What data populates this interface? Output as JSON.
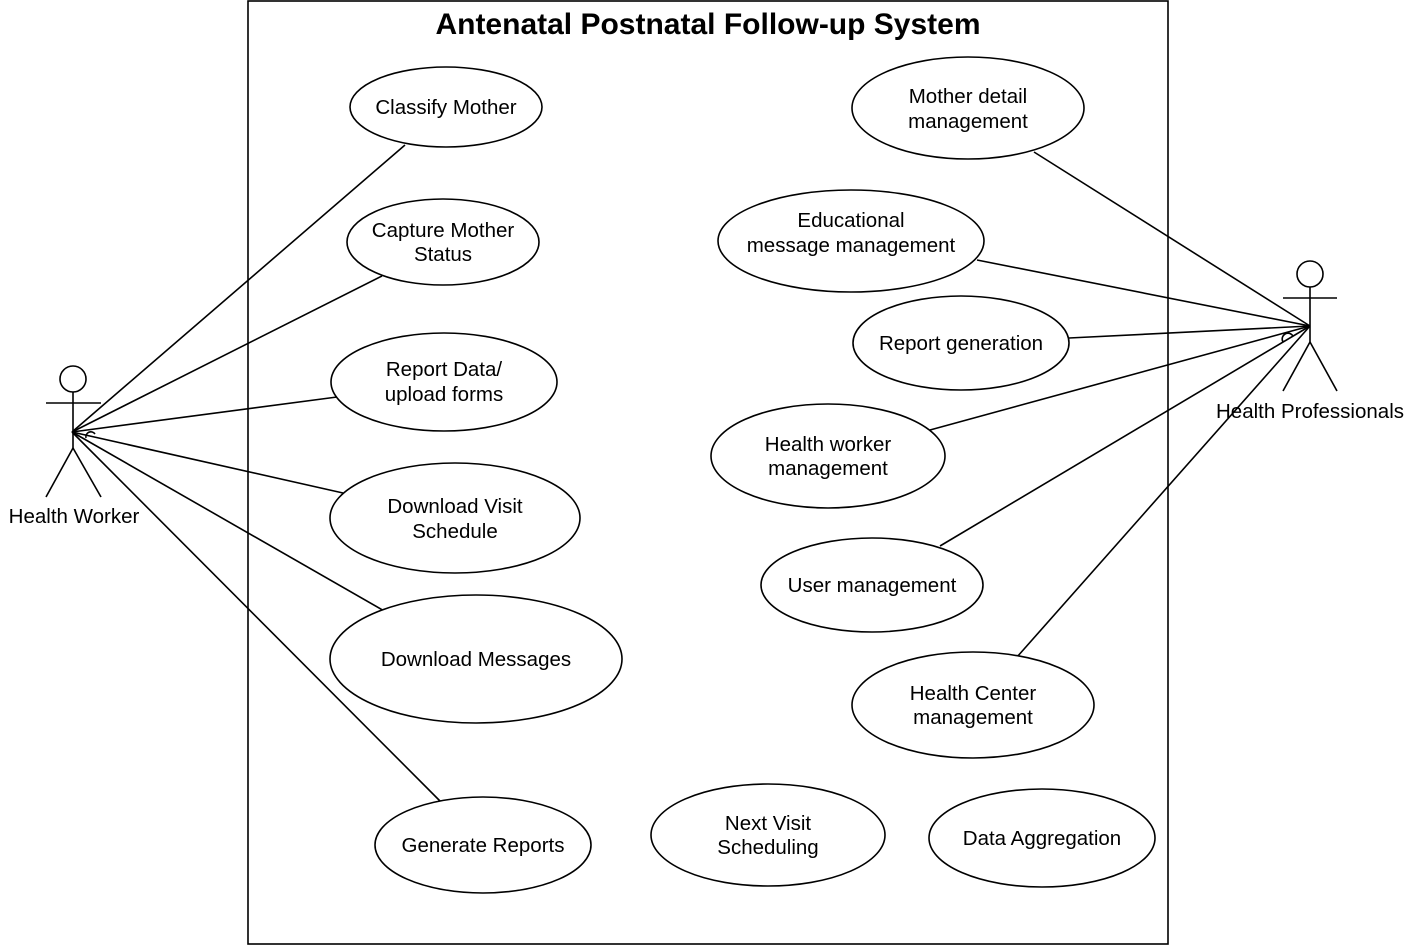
{
  "system": {
    "title": "Antenatal Postnatal Follow-up System"
  },
  "actors": {
    "health_worker": "Health Worker",
    "health_professionals": "Health Professionals"
  },
  "use_cases": {
    "classify_mother": [
      "Classify Mother"
    ],
    "capture_mother_status": [
      "Capture Mother",
      "Status"
    ],
    "report_data": [
      "Report Data/",
      "upload forms"
    ],
    "download_visit_schedule": [
      "Download Visit",
      "Schedule"
    ],
    "download_messages": [
      "Download Messages"
    ],
    "generate_reports": [
      "Generate Reports"
    ],
    "next_visit_scheduling": [
      "Next Visit",
      "Scheduling"
    ],
    "data_aggregation": [
      "Data Aggregation"
    ],
    "mother_detail_management": [
      "Mother detail",
      "management"
    ],
    "educational_message_management": [
      "Educational",
      "message management"
    ],
    "report_generation": [
      "Report generation"
    ],
    "health_worker_management": [
      "Health worker",
      "management"
    ],
    "user_management": [
      "User management"
    ],
    "health_center_management": [
      "Health Center",
      "management"
    ]
  },
  "associations": [
    {
      "actor": "health_worker",
      "use_case": "classify_mother"
    },
    {
      "actor": "health_worker",
      "use_case": "capture_mother_status"
    },
    {
      "actor": "health_worker",
      "use_case": "report_data"
    },
    {
      "actor": "health_worker",
      "use_case": "download_visit_schedule"
    },
    {
      "actor": "health_worker",
      "use_case": "download_messages"
    },
    {
      "actor": "health_worker",
      "use_case": "generate_reports"
    },
    {
      "actor": "health_professionals",
      "use_case": "mother_detail_management"
    },
    {
      "actor": "health_professionals",
      "use_case": "educational_message_management"
    },
    {
      "actor": "health_professionals",
      "use_case": "report_generation"
    },
    {
      "actor": "health_professionals",
      "use_case": "health_worker_management"
    },
    {
      "actor": "health_professionals",
      "use_case": "user_management"
    },
    {
      "actor": "health_professionals",
      "use_case": "health_center_management"
    }
  ]
}
